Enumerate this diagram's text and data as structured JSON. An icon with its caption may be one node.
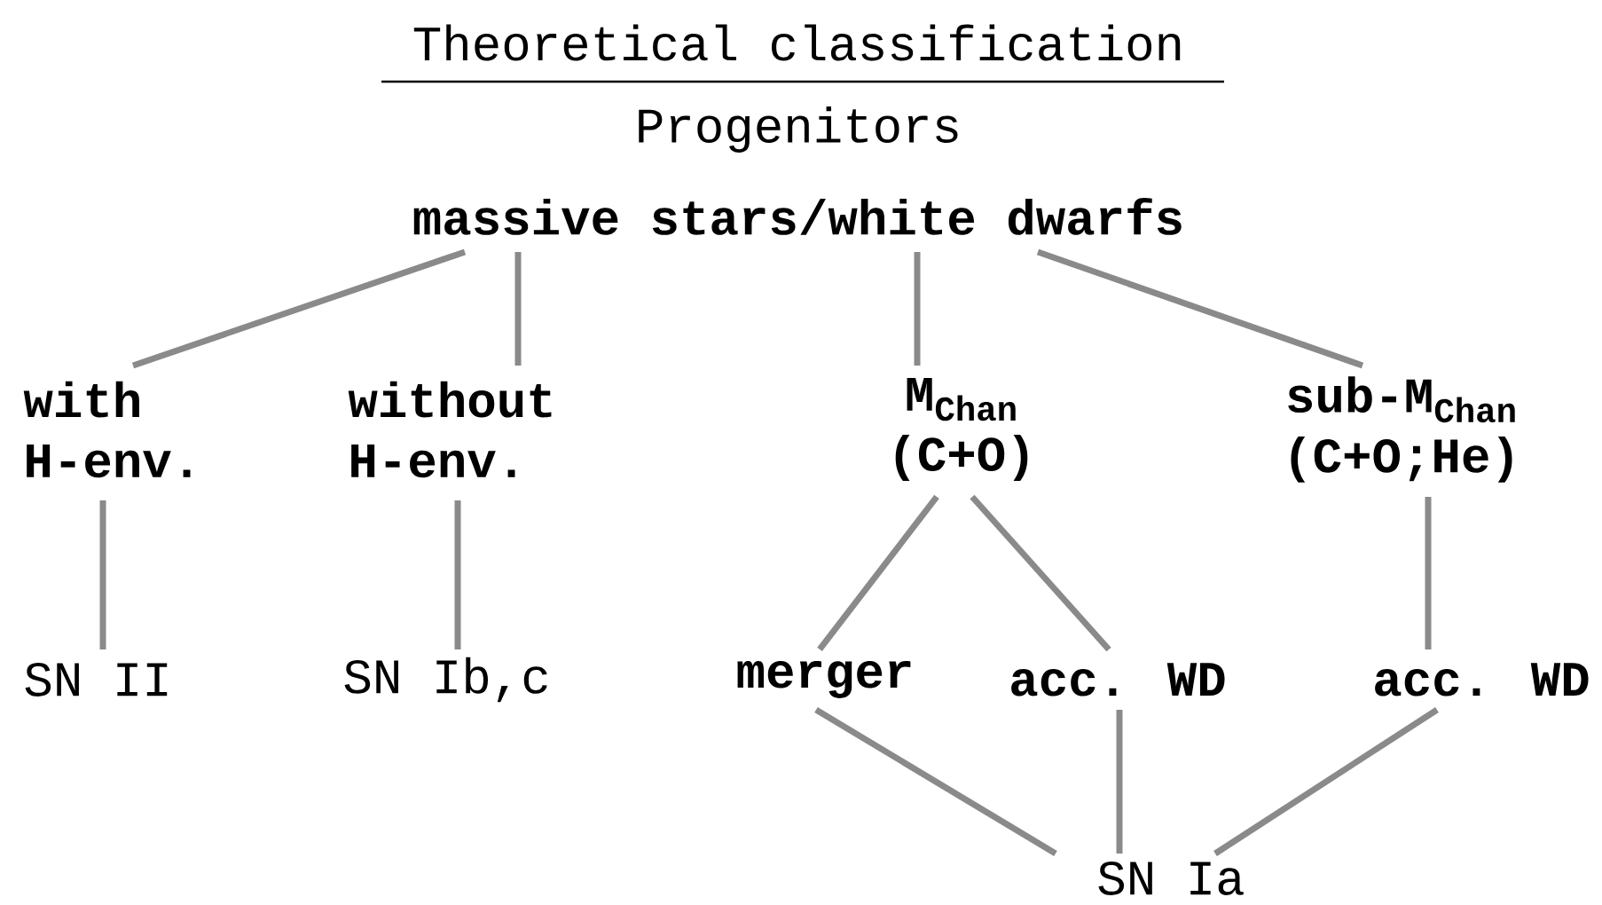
{
  "diagram": {
    "title": "Theoretical classification",
    "labels": [
      "Progenitors"
    ],
    "nodes": [
      {
        "text": [
          "massive stars/white dwarfs"
        ]
      },
      {
        "text": [
          "with H-env."
        ]
      },
      {
        "text": [
          "without H-env."
        ]
      },
      {
        "text": [
          "M$_{Chan}$ (C+O)"
        ]
      },
      {
        "text": [
          "sub-M$_{Chan}$ (C+O;He)"
        ]
      },
      {
        "text": [
          "SN II"
        ]
      },
      {
        "text": [
          "SN Ib,c"
        ]
      },
      {
        "text": [
          "merger"
        ]
      },
      {
        "text": [
          "acc. WD"
        ]
      },
      {
        "text": [
          "acc. WD"
        ]
      },
      {
        "text": [
          "SN Ia"
        ]
      }
    ],
    "edges": [
      {
        "from": 0,
        "to": 1,
        "arrow": "none"
      },
      {
        "from": 0,
        "to": 2,
        "arrow": "none"
      },
      {
        "from": 0,
        "to": 3,
        "arrow": "none"
      },
      {
        "from": 0,
        "to": 4,
        "arrow": "none"
      },
      {
        "from": 1,
        "to": 5,
        "arrow": "none"
      },
      {
        "from": 2,
        "to": 6,
        "arrow": "none"
      },
      {
        "from": 3,
        "to": 7,
        "arrow": "none"
      },
      {
        "from": 3,
        "to": 8,
        "arrow": "none"
      },
      {
        "from": 4,
        "to": 9,
        "arrow": "none"
      },
      {
        "from": 7,
        "to": 10,
        "arrow": "none"
      },
      {
        "from": 8,
        "to": 10,
        "arrow": "none"
      },
      {
        "from": 9,
        "to": 10,
        "arrow": "none"
      }
    ]
  }
}
